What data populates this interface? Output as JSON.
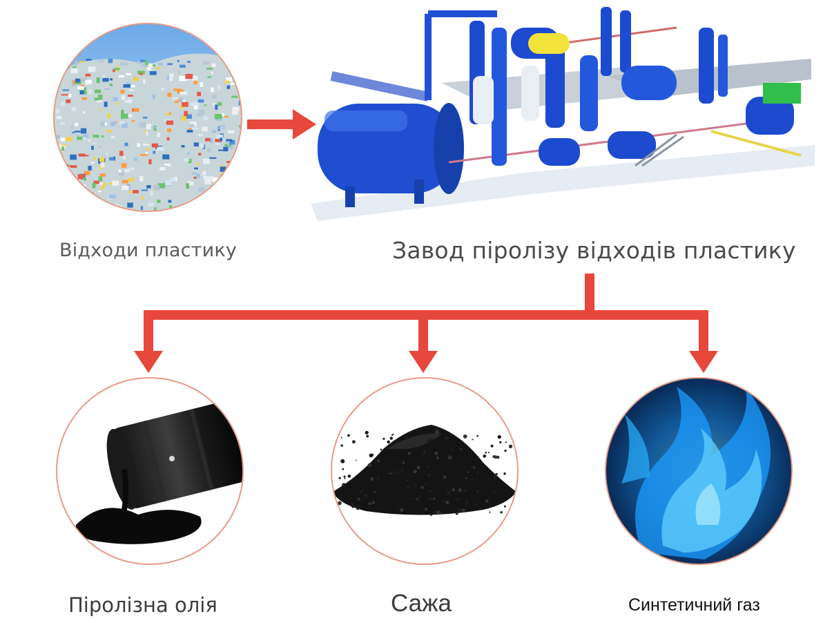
{
  "nodes": {
    "waste": {
      "label": "Відходи пластику",
      "icon": "plastic-waste-pile-icon"
    },
    "plant": {
      "label": "Завод піролізу відходів пластику",
      "icon": "pyrolysis-plant-icon"
    },
    "oil": {
      "label": "Піролізна олія",
      "icon": "oil-barrel-spill-icon"
    },
    "soot": {
      "label": "Сажа",
      "icon": "carbon-black-pile-icon"
    },
    "gas": {
      "label": "Синтетичний газ",
      "icon": "blue-flame-icon"
    }
  },
  "colors": {
    "arrow": "#e8473c",
    "circle_border": "#e89a88",
    "plant_blue": "#1f55d6",
    "flame_blue": "#1fa6ff",
    "label_text": "#4a4a4a"
  }
}
